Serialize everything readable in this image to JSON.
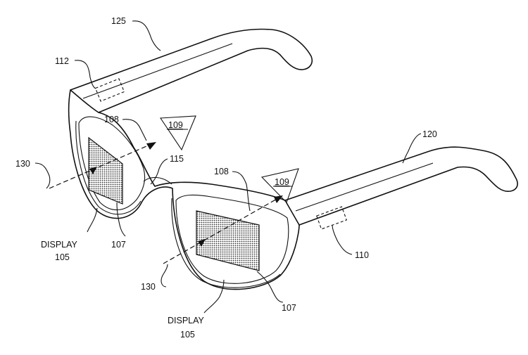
{
  "labels": {
    "ref_125": "125",
    "ref_112": "112",
    "ref_108_left": "108",
    "ref_109_left": "109",
    "ref_115": "115",
    "ref_108_right": "108",
    "ref_109_right": "109",
    "ref_120": "120",
    "ref_130_left": "130",
    "ref_130_right": "130",
    "display_left_word": "DISPLAY",
    "display_left_num": "105",
    "ref_107_left": "107",
    "ref_110": "110",
    "ref_107_right": "107",
    "display_right_word": "DISPLAY",
    "display_right_num": "105"
  },
  "colors": {
    "line": "#111111",
    "background": "#ffffff",
    "display_fill": "#bdbdbd"
  }
}
